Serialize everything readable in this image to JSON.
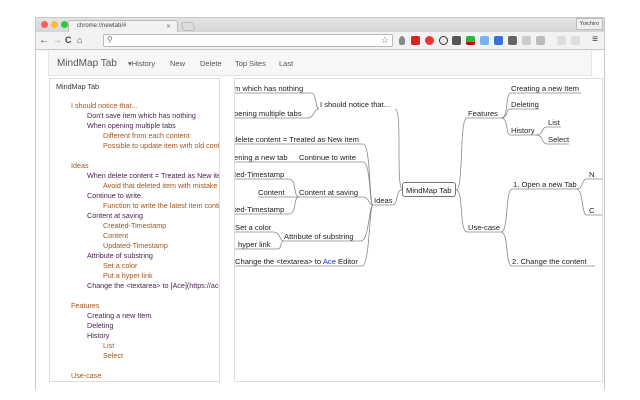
{
  "browser": {
    "tab_title": "chrome://newtab/#",
    "user": "Yoichiro",
    "address": ""
  },
  "navbar": {
    "brand": "MindMap Tab",
    "links": [
      "▾History",
      "New",
      "Delete",
      "Top Sites",
      "Last"
    ]
  },
  "outline": [
    {
      "text": "MindMap Tab",
      "level": 0
    },
    {
      "text": "I should notice that...",
      "level": 1
    },
    {
      "text": "Don't save item which has nothing",
      "level": 2
    },
    {
      "text": "When opening multiple tabs",
      "level": 2
    },
    {
      "text": "Different from each content",
      "level": 3
    },
    {
      "text": "Possible to update item with old content",
      "level": 3
    },
    {
      "text": "Ideas",
      "level": 1
    },
    {
      "text": "When delete content = Treated as New item",
      "level": 2
    },
    {
      "text": "Avoid that deleted item with mistake",
      "level": 3
    },
    {
      "text": "Continue to write",
      "level": 2
    },
    {
      "text": "Function to write the latest item continue",
      "level": 3
    },
    {
      "text": "Content at saving",
      "level": 2
    },
    {
      "text": "Created-Timestamp",
      "level": 3
    },
    {
      "text": "Content",
      "level": 3
    },
    {
      "text": "Updated-Timestamp",
      "level": 3
    },
    {
      "text": "Attribute of substring",
      "level": 2
    },
    {
      "text": "Set a color",
      "level": 3
    },
    {
      "text": "Put a hyper link",
      "level": 3
    },
    {
      "text": "Change the <textarea> to [Ace](https://ace",
      "level": 2
    },
    {
      "text": "Features",
      "level": 1
    },
    {
      "text": "Creating a new Item",
      "level": 2
    },
    {
      "text": "Deleting",
      "level": 2
    },
    {
      "text": "History",
      "level": 2
    },
    {
      "text": "List",
      "level": 3
    },
    {
      "text": "Select",
      "level": 3
    },
    {
      "text": "Use-case",
      "level": 1
    }
  ],
  "mindmap": {
    "root": "MindMap Tab",
    "notice": "I should notice that...",
    "notice_c1": "m which has nothing",
    "notice_c2": "pening multiple tabs",
    "ideas": "Ideas",
    "delete": "delete content = Treated as New item",
    "continue": "Continue to write",
    "continue_c1": "ening a new tab",
    "saving": "Content at saving",
    "saving_c1": "ted-Timestamp",
    "saving_c2": "Content",
    "saving_c3": "ted-Timestamp",
    "attribute": "Attribute of substring",
    "attr_c1": "Set a color",
    "attr_c2": "hyper link",
    "change_pre": "Change the <textarea> to ",
    "change_link": "Ace",
    "change_post": " Editor",
    "features": "Features",
    "creating": "Creating a new Item",
    "deleting": "Deleting",
    "history": "History",
    "list": "List",
    "select": "Select",
    "usecase": "Use-case",
    "open": "1. Open a new Tab",
    "open_c1": "N",
    "open_c2": "C",
    "change_content": "2. Change the content"
  }
}
